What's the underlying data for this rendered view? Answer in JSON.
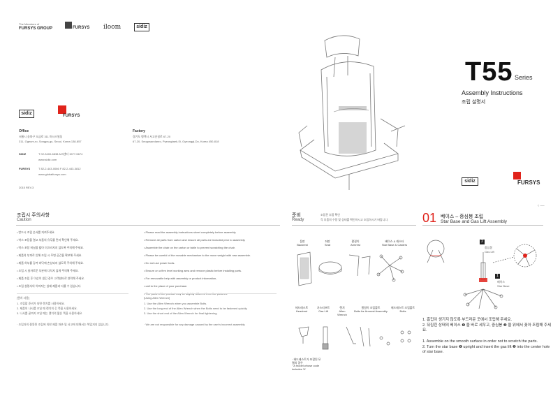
{
  "cover": {
    "members_line1": "The Members of",
    "members_line2": "FURSYS GROUP",
    "brands": [
      "FURSYS",
      "iloom",
      "sidiz"
    ],
    "model": "T55",
    "series": "Series",
    "title_en": "Assembly Instructions",
    "title_ko": "조립 설명서",
    "office_label": "Office",
    "office_ko": "서울시 송파구 오금로 311 퍼시스빌딩",
    "office_en": "311, Ogeum-ro, Songpa-gu, Seoul, Korea 138-857",
    "factory_label": "Factory",
    "factory_ko": "경기도 평택시 서고산길로 67-20",
    "factory_en": "67-20, Seogosandanro, Pyeongtaek-Si, Gyeonggi-Do, Korea 450-818",
    "sidiz_label": "SIDIZ",
    "sidiz_tel": "T 02-3400-6838   A/S센터 1577-5674",
    "sidiz_web": "www.sidiz.com",
    "fursys_label": "FURSYS",
    "fursys_tel": "T 82-2-443-0066   F 82-2-443-3812",
    "fursys_web": "www.globalfursys.com",
    "rev": "2015 REV.3",
    "back_brands": [
      "sidiz",
      "FURSYS"
    ]
  },
  "caution": {
    "title_ko": "조립시 주의사항",
    "title_en": "Caution",
    "items_ko": [
      "반드시 조립 순서를 지켜주세요.",
      "박스 포장을 열고 부품의 유무를 먼저 확인해 주세요.",
      "박스 포장 비닐을 밟아 미끄러지지 않도록 주의해 주세요.",
      "제품의 부피로 인해 조립 시 주변 공간을 확보해 주세요.",
      "제품 하부를 당겨 바닥에 손상되지 않도록 주의해 주세요.",
      "조립 시 날카로운 부분에 다치지 않게 주의해 주세요.",
      "제품 조립 후 이상이 생긴 경우 고객센터로 연락해 주세요.",
      "조립 설명서의 이미지는 실제 제품과 다를 수 있습니다."
    ],
    "items_en": [
      "Please read the assembly instructions sheet completely before assembly.",
      "Remove all parts from carton and ensure all parts are included prior to assembly.",
      "Assemble the chair on the carton or table to prevent scratching the chair.",
      "Please be careful of the movable mechanism to the move weight with new assemble.",
      "Do not use power tools.",
      "Ensure on a firm level working area and remove plastic before installing parts.",
      "For removable help with assembly or product information,",
      "call to the place of your purchase.",
      "The parts of the product may be slightly different from the pictures."
    ],
    "wrench_ko_title": "[렌치 사용]",
    "wrench_ko": [
      "1. 조립할 준비가 되면 렌치를 사용하세요.",
      "2. 제품의 나사를 조일 때 렌치의 긴 쪽을 사용하세요.",
      "3. 나사를 끝까지 조일 때는 렌치의 짧은 쪽을 사용하세요."
    ],
    "wrench_en_title": "[Using Allen Wrench]",
    "wrench_en": [
      "1. Use the Allen Wrench when you assemble Bolts.",
      "2. Use the long end of the Allen Wrench when the Bolts need to be fastened quickly.",
      "3. Use the short end of the Allen Wrench for final tightening."
    ],
    "note_ko": "· 조립자의 잘못된 조립에 의한 제품 파손 및 사고에 대해서는 책임지지 않습니다.",
    "note_en": "· We are not responsible for any damage caused by the user's incorrect assembly."
  },
  "ready": {
    "title_ko": "준비",
    "title_en": "Ready",
    "desc1": "조립전 부품 확인",
    "desc2": "각 부품의 수량 및 상태를 확인하시고 조립하시기 바랍니다.",
    "parts": [
      {
        "ko": "등판",
        "en": "Backrest"
      },
      {
        "ko": "좌판",
        "en": "Seat"
      },
      {
        "ko": "팔걸이",
        "en": "Armrest"
      },
      {
        "ko": "베이스 & 캐스터",
        "en": "Star Base & Casters"
      },
      {
        "ko": "헤드레스트",
        "en": "Headrest"
      },
      {
        "ko": "가스리프트",
        "en": "Gas Lift"
      },
      {
        "ko": "렌치",
        "en": "Allen Wrench"
      },
      {
        "ko": "팔걸이 조립볼트",
        "en": "Bolts for Armrest Assembly"
      },
      {
        "ko": "헤드레스트 조립볼트",
        "en": "Bolts"
      }
    ],
    "model_note_ko": "· 헤드레스트가 포함된 모델의 경우",
    "model_note_en": "· A model whose code includes 'H'"
  },
  "step1": {
    "number": "01",
    "title_ko": "베이스 – 중심봉 조립",
    "title_en": "Star Base and Gas Lift Assembly",
    "callout_1": "1",
    "callout_2": "2",
    "gas_ko": "중심봉",
    "gas_en": "Gas Lift",
    "base_ko": "베이스",
    "base_en": "Star Base",
    "instr_ko": [
      "1. 흠집이 생기지 않도록 부드러운 곳에서 조립해 주세요.",
      "2. 뒤집힌 상태의 베이스 ❶ 을 바로 세우고, 중심봉 ❷ 을 위에서 꽂아 조립해 주세요."
    ],
    "instr_en": [
      "1. Assemble on the smooth surface in order not to scratch the parts.",
      "2. Turn the star base ❶ upright and insert the gas lift ❷ into the center hole of star base."
    ]
  },
  "colors": {
    "accent": "#e0231b",
    "text": "#333333",
    "rule": "#bbbbbb"
  }
}
